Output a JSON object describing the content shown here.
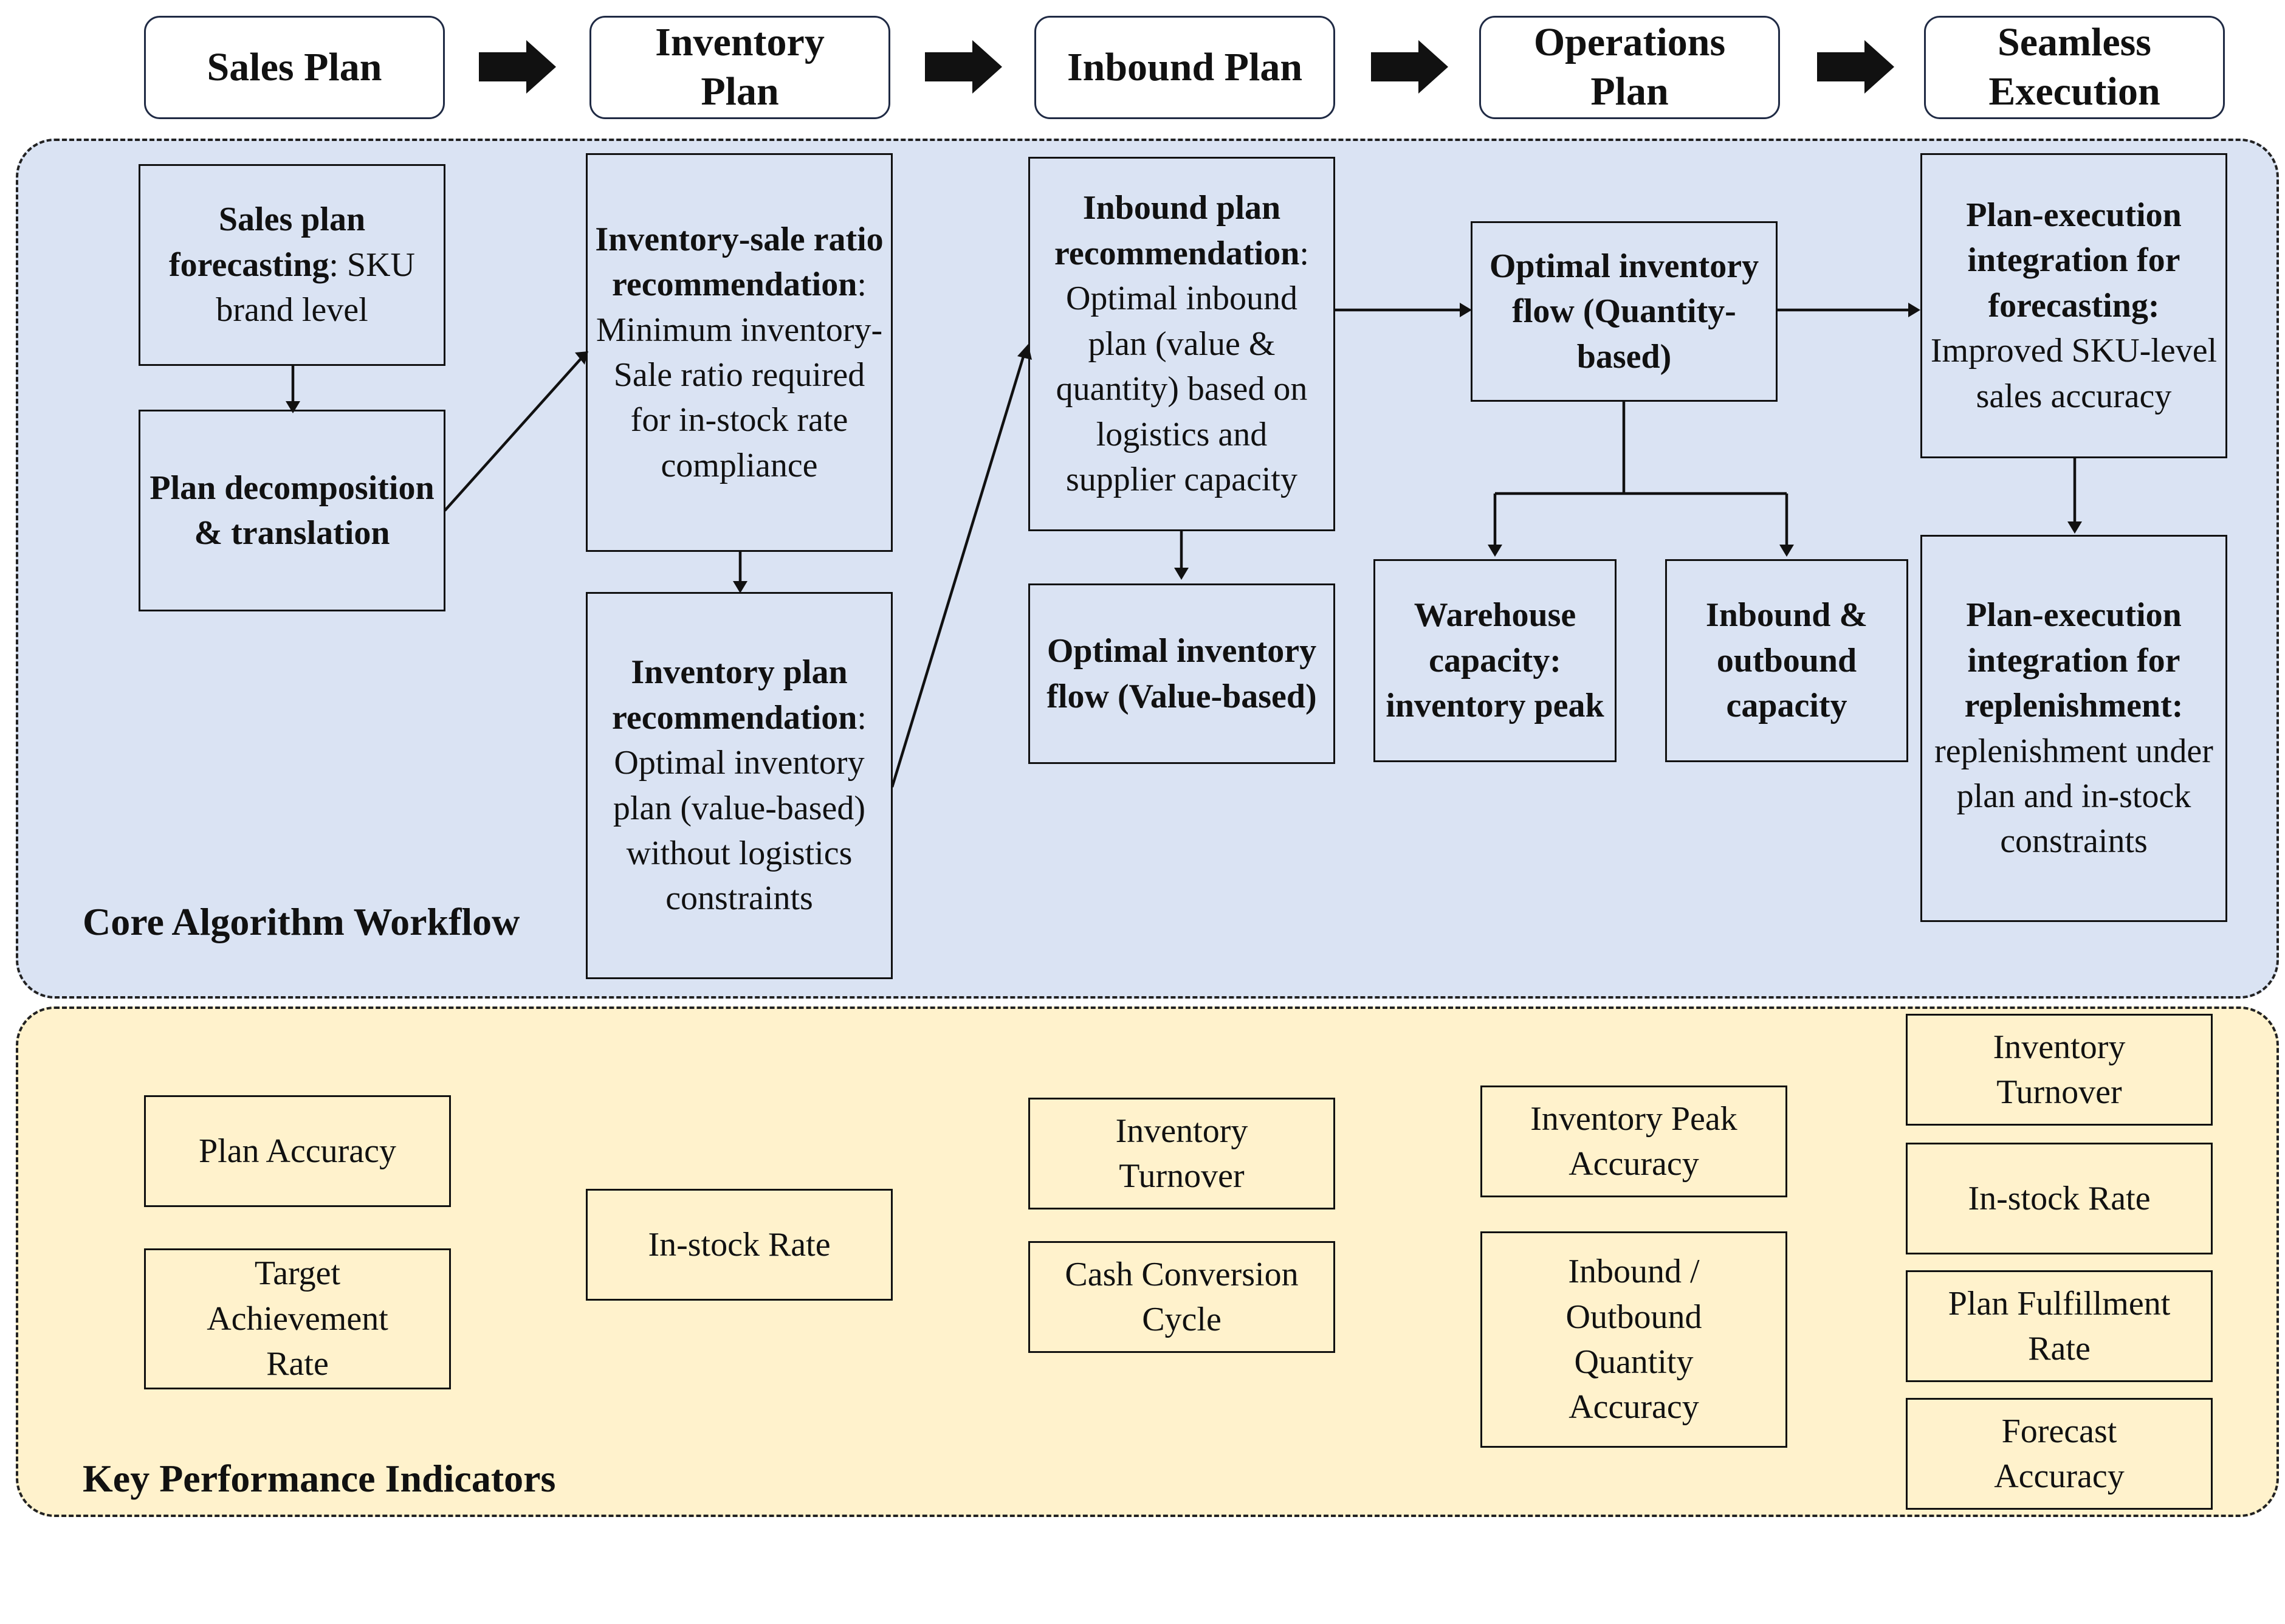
{
  "header": {
    "steps": [
      "Sales Plan",
      "Inventory Plan",
      "Inbound Plan",
      "Operations Plan",
      "Seamless Execution"
    ]
  },
  "core": {
    "title": "Core Algorithm Workflow",
    "sales_forecast": {
      "bold": "Sales plan forecasting",
      "rest": ": SKU brand level"
    },
    "plan_decomp": {
      "bold": "Plan decomposition & translation"
    },
    "inv_sale_ratio": {
      "bold": "Inventory-sale ratio recommendation",
      "rest": ": Minimum inventory-Sale ratio required for in-stock rate compliance"
    },
    "inv_plan": {
      "bold": "Inventory plan recommendation",
      "rest": ": Optimal inventory plan (value-based) without logistics constraints"
    },
    "inbound_rec": {
      "bold": "Inbound plan recommendation",
      "rest": ": Optimal inbound plan (value & quantity) based on logistics and supplier capacity"
    },
    "flow_value": {
      "bold": "Optimal inventory flow (Value-based)"
    },
    "flow_qty": {
      "bold": "Optimal inventory flow (Quantity-based)"
    },
    "warehouse": {
      "bold": "Warehouse capacity: inventory peak"
    },
    "in_out_cap": {
      "bold": "Inbound & outbound capacity"
    },
    "exec_forecast": {
      "bold": "Plan-execution integration for forecasting:",
      "rest": " Improved SKU-level sales accuracy"
    },
    "exec_replen": {
      "bold": "Plan-execution integration for replenishment:",
      "rest": " replenishment under plan and in-stock constraints"
    }
  },
  "kpi": {
    "title": "Key Performance Indicators",
    "plan_accuracy": "Plan Accuracy",
    "target_achievement": "Target Achievement Rate",
    "instock_rate_1": "In-stock Rate",
    "inv_turnover_1": "Inventory Turnover",
    "cash_conversion": "Cash Conversion Cycle",
    "inv_peak_accuracy": "Inventory Peak Accuracy",
    "io_qty_accuracy": "Inbound / Outbound Quantity Accuracy",
    "inv_turnover_2": "Inventory Turnover",
    "instock_rate_2": "In-stock Rate",
    "plan_fulfillment": "Plan Fulfillment Rate",
    "forecast_accuracy": "Forecast Accuracy"
  },
  "colors": {
    "core_bg": "#dae3f3",
    "kpi_bg": "#fff2cc",
    "border": "#111111",
    "header_border": "#1f2a44"
  }
}
